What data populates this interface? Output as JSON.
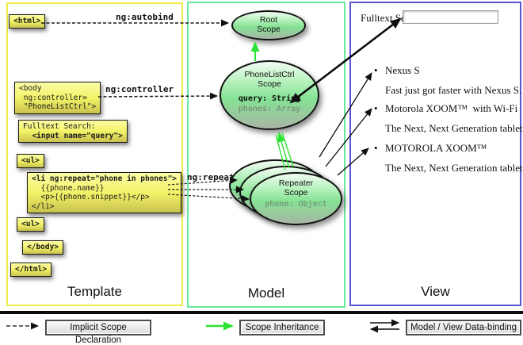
{
  "labels": {
    "ng_autobind": "ng:autobind",
    "ng_controller": "ng:controller",
    "ng_repeat": "ng:repeat"
  },
  "template": {
    "column_label": "Template",
    "code": {
      "html_open": "<html>",
      "body_open": "<body\n ng:controller=\n \"PhoneListCtrl\">",
      "fulltext_line1": "Fulltext Search:",
      "fulltext_line2": "  <input name=\"query\">",
      "ul_open": "<ul>",
      "li_open": "<li ng:repeat=\"phone in phones\">",
      "li_body": "  {{phone.name}}\n  <p>{{phone.snippet}}</p>\n</li>",
      "ul_close": "<ul>",
      "body_close": "</body>",
      "html_close": "</html>"
    }
  },
  "model": {
    "column_label": "Model",
    "root_scope": {
      "title": "Root\nScope"
    },
    "phonelist_scope": {
      "title": "PhoneListCtrl\nScope",
      "prop_query": "query: String",
      "prop_phones": "phones: Array"
    },
    "repeater_scope": {
      "title": "Repeater\nScope",
      "prop_phone": "phone: Object"
    }
  },
  "view": {
    "column_label": "View",
    "fulltext_label": "Fulltext Search:",
    "search_value": "",
    "items": [
      {
        "bullet": "•",
        "title": "Nexus S",
        "desc": "Fast just got faster with Nexus S."
      },
      {
        "bullet": "•",
        "title": "Motorola XOOM™  with Wi-Fi",
        "desc": "The Next, Next Generation tablet."
      },
      {
        "bullet": "•",
        "title": "MOTOROLA XOOM™",
        "desc": "The Next, Next Generation tablet."
      }
    ]
  },
  "legend": {
    "items": [
      {
        "label": "Implicit Scope Declaration"
      },
      {
        "label": "Scope Inheritance"
      },
      {
        "label": "Model / View Data-binding"
      }
    ]
  },
  "colors": {
    "template_border": "#f0ec48",
    "model_border": "#67e99c",
    "view_border": "#5b54d2",
    "scope_green_arrow": "#2ee234",
    "code_box_yellow": "#f3f368"
  }
}
